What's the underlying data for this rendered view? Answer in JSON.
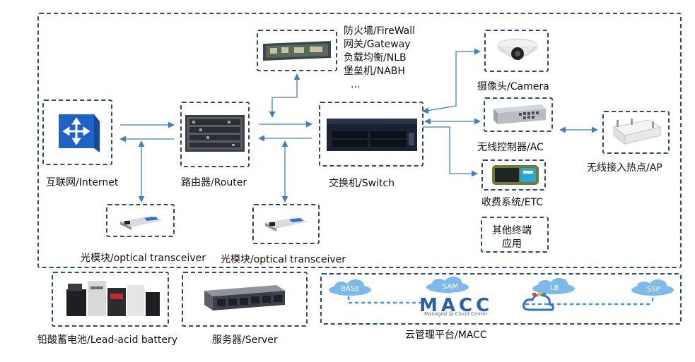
{
  "nodes": {
    "internet": "互联网/Internet",
    "router": "路由器/Router",
    "switch": "交换机/Switch",
    "optical_left": "光模块/optical transceiver",
    "optical_mid": "光模块/optical transceiver",
    "camera": "摄像头/Camera",
    "ac": "无线控制器/AC",
    "ap": "无线接入热点/AP",
    "etc": "收费系统/ETC",
    "other_line1": "其他终端",
    "other_line2": "应用",
    "battery": "铅酸蓄电池/Lead-acid battery",
    "server": "服务器/Server",
    "macc": "云管理平台/MACC"
  },
  "security_devices": [
    "防火墙/FireWall",
    "网关/Gateway",
    "负载均衡/NLB",
    "堡垒机/NABH",
    "..."
  ],
  "macc_platform": {
    "logo": "MACC",
    "logo_subtitle": "Managed @ Cloud Center",
    "clouds": [
      "BASE",
      "SAM",
      "LB",
      "SSP"
    ]
  },
  "colors": {
    "border": "#2c4a72",
    "connector": "#3f7fc8",
    "cloud": "#6fb3e8",
    "brand": "#2f5fa8"
  }
}
